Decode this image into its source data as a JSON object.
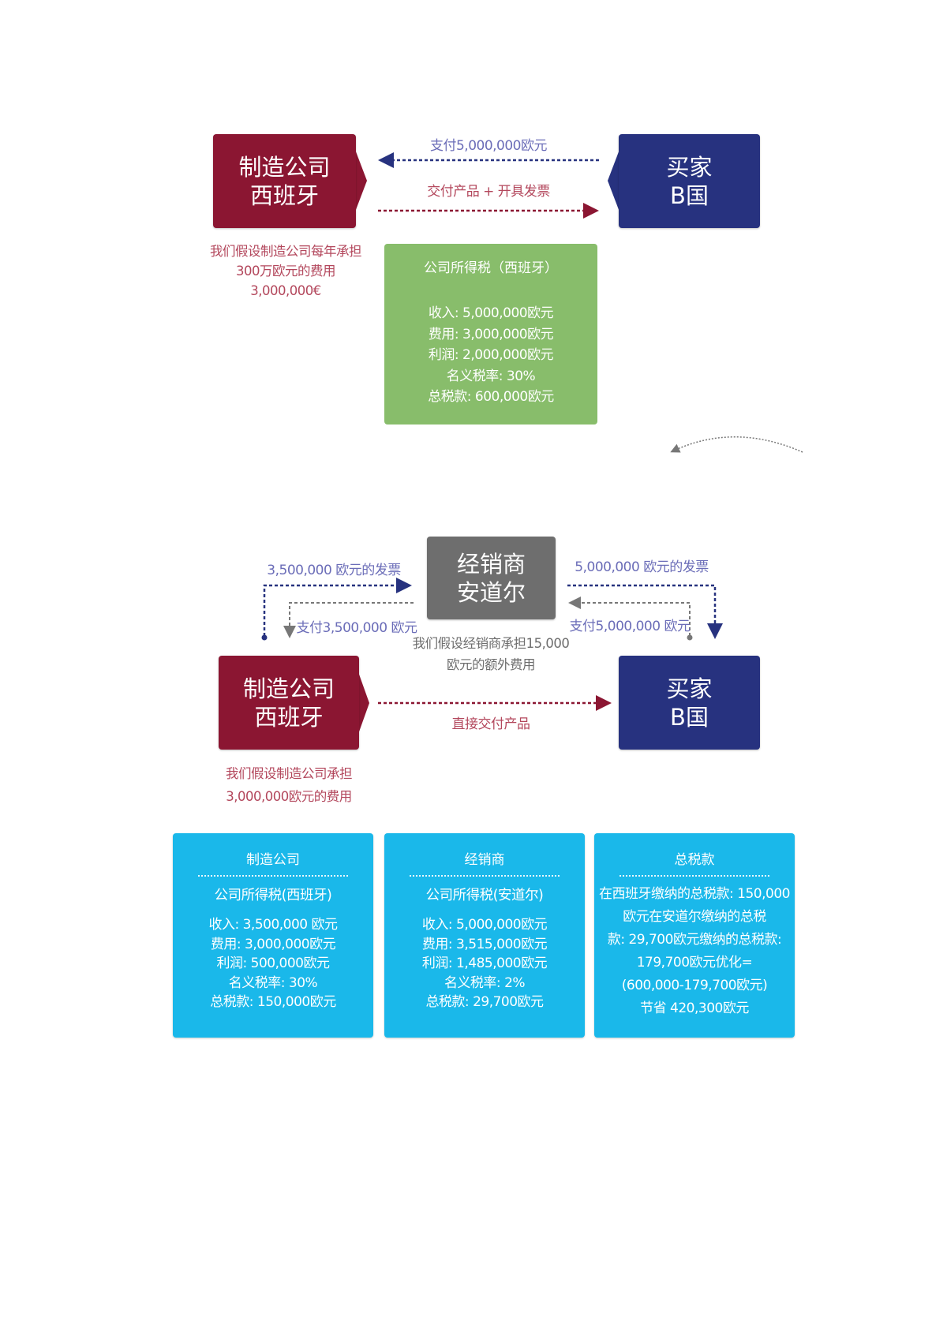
{
  "colors": {
    "manufacturer": "#8b1632",
    "buyer": "#27327f",
    "distributor": "#6e6e6e",
    "tax_box": "#88bd6b",
    "summary_box": "#1ab8ea",
    "blue_text": "#6b6db8",
    "red_text": "#b3475c"
  },
  "scenario1": {
    "manufacturer": {
      "line1": "制造公司",
      "line2": "西班牙"
    },
    "buyer": {
      "line1": "买家",
      "line2": "B国"
    },
    "payment_label": "支付5,000,000欧元",
    "delivery_label": "交付产品 + 开具发票",
    "cost_note": [
      "我们假设制造公司每年承担",
      "300万欧元的费用",
      "3,000,000€"
    ],
    "tax_box": {
      "title": "公司所得税（西班牙）",
      "lines": [
        "收入: 5,000,000欧元",
        "费用: 3,000,000欧元",
        "利润: 2,000,000欧元",
        "名义税率: 30%",
        "总税款: 600,000欧元"
      ]
    }
  },
  "scenario2": {
    "distributor": {
      "line1": "经销商",
      "line2": "安道尔"
    },
    "manufacturer": {
      "line1": "制造公司",
      "line2": "西班牙"
    },
    "buyer": {
      "line1": "买家",
      "line2": "B国"
    },
    "invoice_left": "3,500,000 欧元的发票",
    "payment_left": "支付3,500,000 欧元",
    "invoice_right": "5,000,000 欧元的发票",
    "payment_right": "支付5,000,000 欧元",
    "distributor_note": [
      "我们假设经销商承担15,000",
      "欧元的额外费用"
    ],
    "delivery_label": "直接交付产品",
    "manufacturer_note": [
      "我们假设制造公司承担",
      "3,000,000欧元的费用"
    ],
    "summary": [
      {
        "title": "制造公司",
        "subtitle": "公司所得税(西班牙)",
        "lines": [
          "收入: 3,500,000 欧元",
          "费用: 3,000,000欧元",
          "利润: 500,000欧元",
          "名义税率: 30%",
          "总税款: 150,000欧元"
        ]
      },
      {
        "title": "经销商",
        "subtitle": "公司所得税(安道尔)",
        "lines": [
          "收入: 5,000,000欧元",
          "费用: 3,515,000欧元",
          "利润: 1,485,000欧元",
          "名义税率: 2%",
          "总税款:  29,700欧元"
        ]
      },
      {
        "title": "总税款",
        "lines": [
          "在西班牙缴纳的总税款: 150,000",
          "欧元在安道尔缴纳的总税",
          "款: 29,700欧元缴纳的总税款:",
          "179,700欧元优化=",
          "(600,000-179,700欧元)",
          "节省 420,300欧元"
        ]
      }
    ]
  }
}
